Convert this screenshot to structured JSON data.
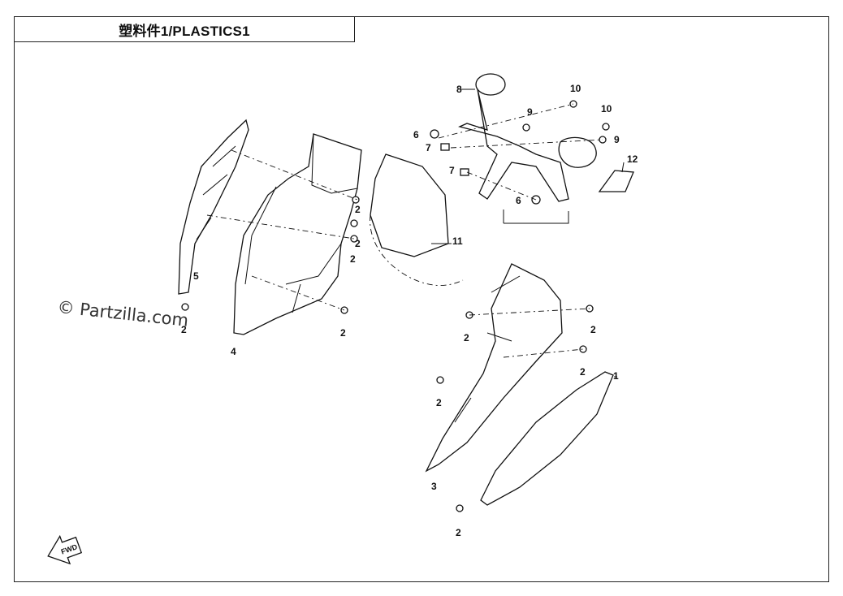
{
  "title": "塑料件1/PLASTICS1",
  "watermark": "© Partzilla.com",
  "fwd_label": "FWD",
  "callouts": {
    "c1": "1",
    "c2a": "2",
    "c2b": "2",
    "c2c": "2",
    "c2d": "2",
    "c2e": "2",
    "c2f": "2",
    "c2g": "2",
    "c2h": "2",
    "c2i": "2",
    "c2j": "2",
    "c3": "3",
    "c4": "4",
    "c5": "5",
    "c6a": "6",
    "c6b": "6",
    "c7a": "7",
    "c7b": "7",
    "c8": "8",
    "c9a": "9",
    "c9b": "9",
    "c10a": "10",
    "c10b": "10",
    "c11": "11",
    "c12": "12"
  }
}
